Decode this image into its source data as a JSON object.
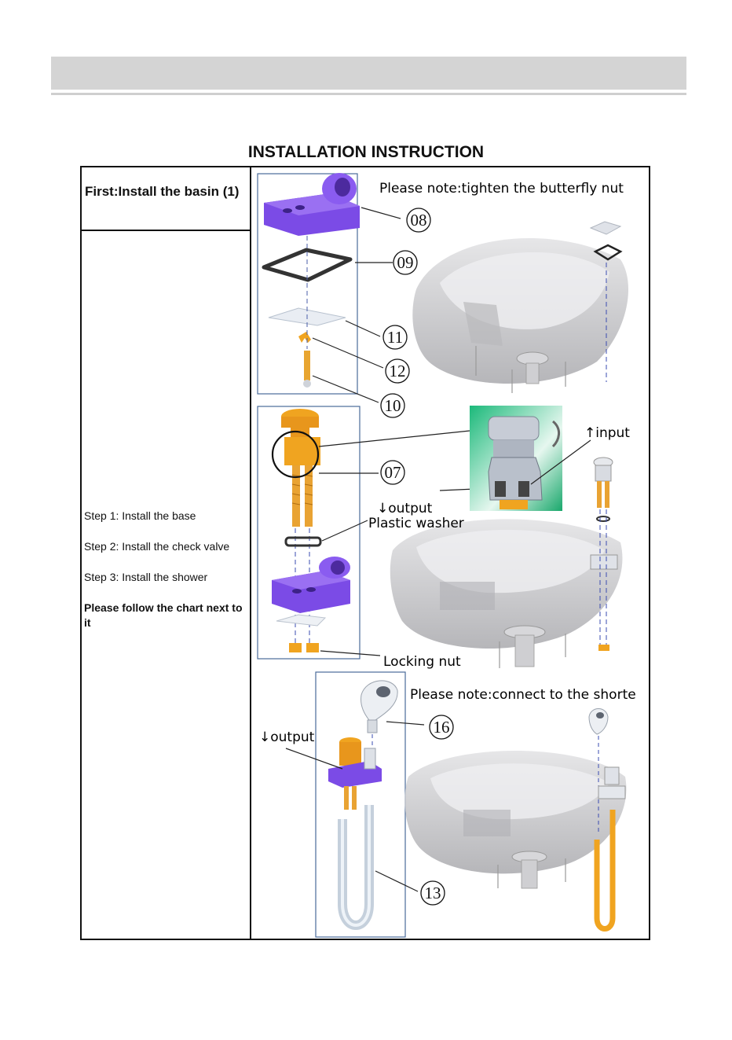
{
  "document": {
    "title": "INSTALLATION INSTRUCTION",
    "left_header": "First:Install the basin (1)",
    "steps": [
      "Step 1: Install the base",
      "Step 2: Install the check valve",
      "Step 3: Install the shower",
      "Please follow the chart next to it"
    ]
  },
  "diagram": {
    "note_top": "Please note:tighten the butterfly nut",
    "note_bottom": "Please note:connect to the shorte",
    "labels": {
      "input": "↑input",
      "output_top": "↓output",
      "plastic_washer": "Plastic washer",
      "locking_nut": "Locking nut",
      "output_bottom": "↓output"
    },
    "part_numbers": [
      "08",
      "09",
      "11",
      "12",
      "10",
      "07",
      "16",
      "13"
    ]
  },
  "colors": {
    "purple_part": "#7b4be6",
    "orange_part": "#f0a420",
    "basin": "#c9c9cb",
    "header_bar": "#d4d4d4"
  }
}
